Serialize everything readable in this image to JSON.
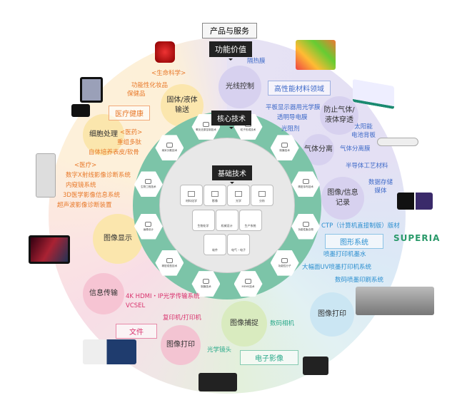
{
  "header": {
    "products": "产品与服务",
    "function_value": "功能价值",
    "core_tech": "核心技术",
    "base_tech": "基础技术"
  },
  "categories": {
    "medical": "医疗健康",
    "materials": "高性能材料领域",
    "graphics": "图形系统",
    "document": "文件",
    "imaging": "电子影像"
  },
  "functions": {
    "solid_liquid": "固体/液体\n输送",
    "light_control": "光线控制",
    "cell": "细胞处理",
    "gas_barrier": "防止气体/\n液体穿透",
    "gas_sep": "气体分离",
    "image_record": "图像/信息\n记录",
    "display": "图像显示",
    "info_trans": "信息传输",
    "print_doc": "图像打印",
    "capture": "图像捕捉",
    "print_gfx": "图像打印"
  },
  "texts": {
    "life": "<生命科学>",
    "cosmetics": "功能性化妆品",
    "health": "保健品",
    "pharma": "<医药>",
    "drug": "重组多肽",
    "tissue": "自体培养表皮/软骨",
    "med": "<医疗>",
    "xray": "数字X射线影像诊断系统",
    "endo": "内窥镜系统",
    "img3d": "3D医学影像信息系统",
    "ultra": "超声波影像诊断装置",
    "heat": "隔热膜",
    "fpd": "平板显示器用光学膜",
    "tcf": "透明导电膜",
    "resist": "光阻剂",
    "solar": "太阳能\n电池背板",
    "gasmem": "气体分离膜",
    "semi": "半导体工艺材料",
    "storage": "数据存储\n媒体",
    "ctp": "CTP（计算机直接制版）版材",
    "superia": "SUPERIA",
    "ink": "喷墨打印机墨水",
    "uv": "大幅面UV喷墨打印机系统",
    "digital": "数码喷墨印刷系统",
    "hdmi": "4K HDMI・IP光学传输系统",
    "vcsel": "VCSEL",
    "copier": "复印机/打印机",
    "camera": "数码相机",
    "lens": "光学镜头"
  },
  "core": [
    "粒子形成技术",
    "制膜技术",
    "精密涂布技术",
    "功能性聚合物",
    "功能性分子",
    "MEMS技术",
    "制膜技术",
    "精密成型技术",
    "画像设计",
    "生物工程技术",
    "纳米分散技术",
    "氧化还原控制技术"
  ],
  "base": [
    "材料化学",
    "影像",
    "光学",
    "分析",
    "生物化学",
    "机械设计",
    "生产系统",
    "软件",
    "电气・电子"
  ]
}
